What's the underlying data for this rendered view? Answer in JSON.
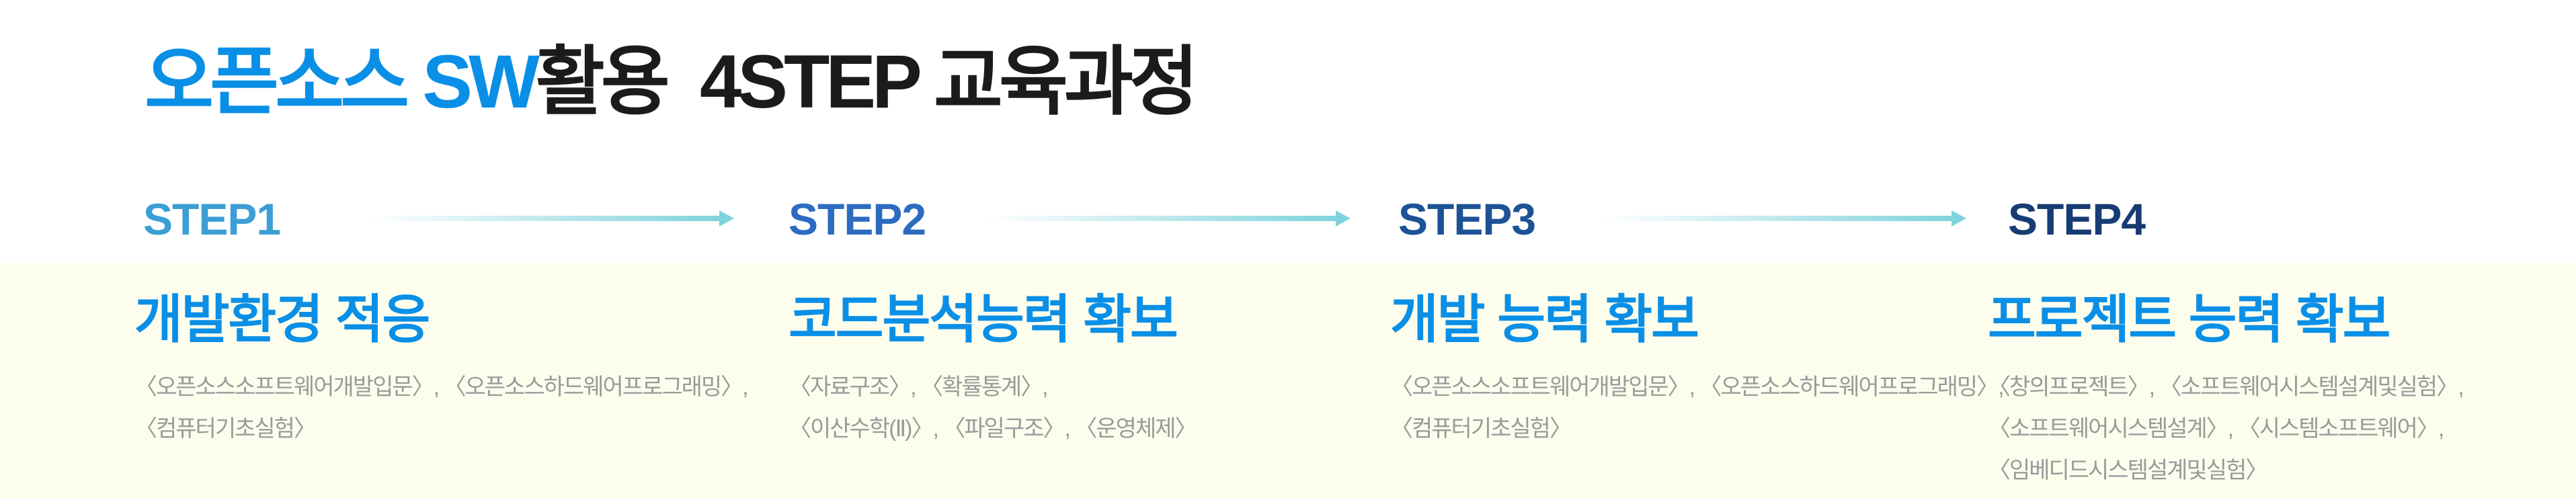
{
  "title": {
    "highlight": "오픈소스 SW",
    "rest": "활용  4STEP 교육과정"
  },
  "colors": {
    "brand_blue": "#0a8fe6",
    "title_dark": "#1b1b1b",
    "band": "#fdfdee",
    "desc": "#9a9a9a",
    "arrow": "#7fd3dc"
  },
  "steps": [
    {
      "label": "STEP1",
      "color": "#3b9ed4",
      "heading": "개발환경 적응",
      "lines": [
        "〈오픈소스소프트웨어개발입문〉, 〈오픈소스하드웨어프로그래밍〉,",
        "〈컴퓨터기초실험〉"
      ]
    },
    {
      "label": "STEP2",
      "color": "#2b6cc0",
      "heading": "코드분석능력 확보",
      "lines": [
        "〈자료구조〉, 〈확률통계〉,",
        "〈이산수학(Ⅱ)〉, 〈파일구조〉, 〈운영체제〉"
      ]
    },
    {
      "label": "STEP3",
      "color": "#1d5296",
      "heading": "개발 능력 확보",
      "lines": [
        "〈오픈소스소프트웨어개발입문〉, 〈오픈소스하드웨어프로그래밍〉,",
        "〈컴퓨터기초실험〉"
      ]
    },
    {
      "label": "STEP4",
      "color": "#173b73",
      "heading": "프로젝트 능력 확보",
      "lines": [
        "〈창의프로젝트〉, 〈소프트웨어시스템설계및실험〉,",
        "〈소프트웨어시스템설계〉, 〈시스템소프트웨어〉,",
        "〈임베디드시스템설계및실험〉"
      ]
    }
  ]
}
